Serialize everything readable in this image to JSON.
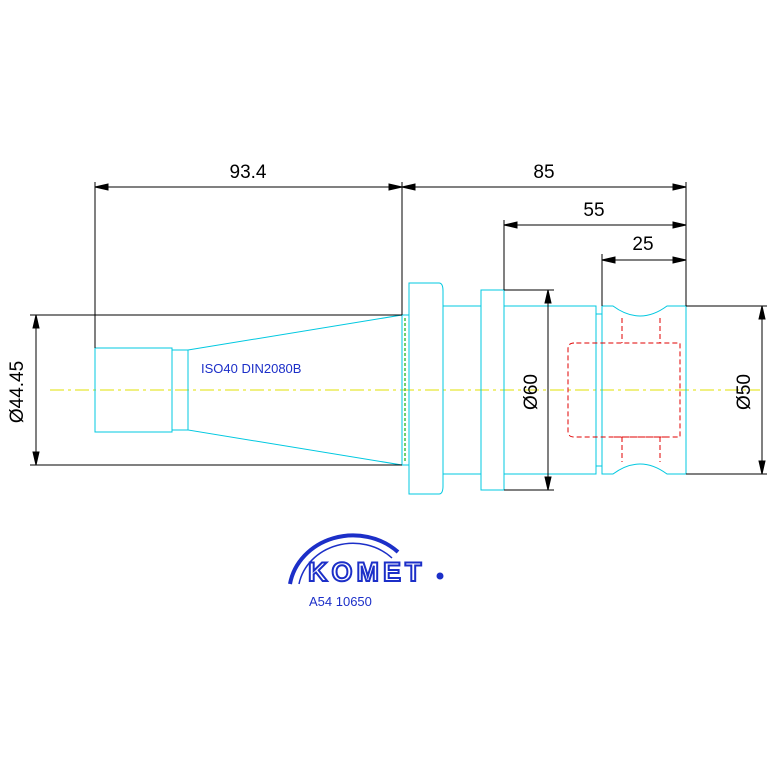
{
  "dimensions": {
    "taper_length": "93.4",
    "overall_length": "85",
    "mid_length": "55",
    "short_length": "25",
    "taper_diameter": "Ø44.45",
    "flange_diameter": "Ø60",
    "shank_diameter": "Ø50"
  },
  "labels": {
    "taper_spec": "ISO40 DIN2080B",
    "brand": "KOMET",
    "part_number": "A54 10650"
  },
  "colors": {
    "outline": "#00c8e0",
    "hidden": "#e00000",
    "centerline": "#e0e000",
    "dimension": "#000000",
    "brand": "#1c2fc8",
    "taper_spec": "#1c2fc8"
  }
}
